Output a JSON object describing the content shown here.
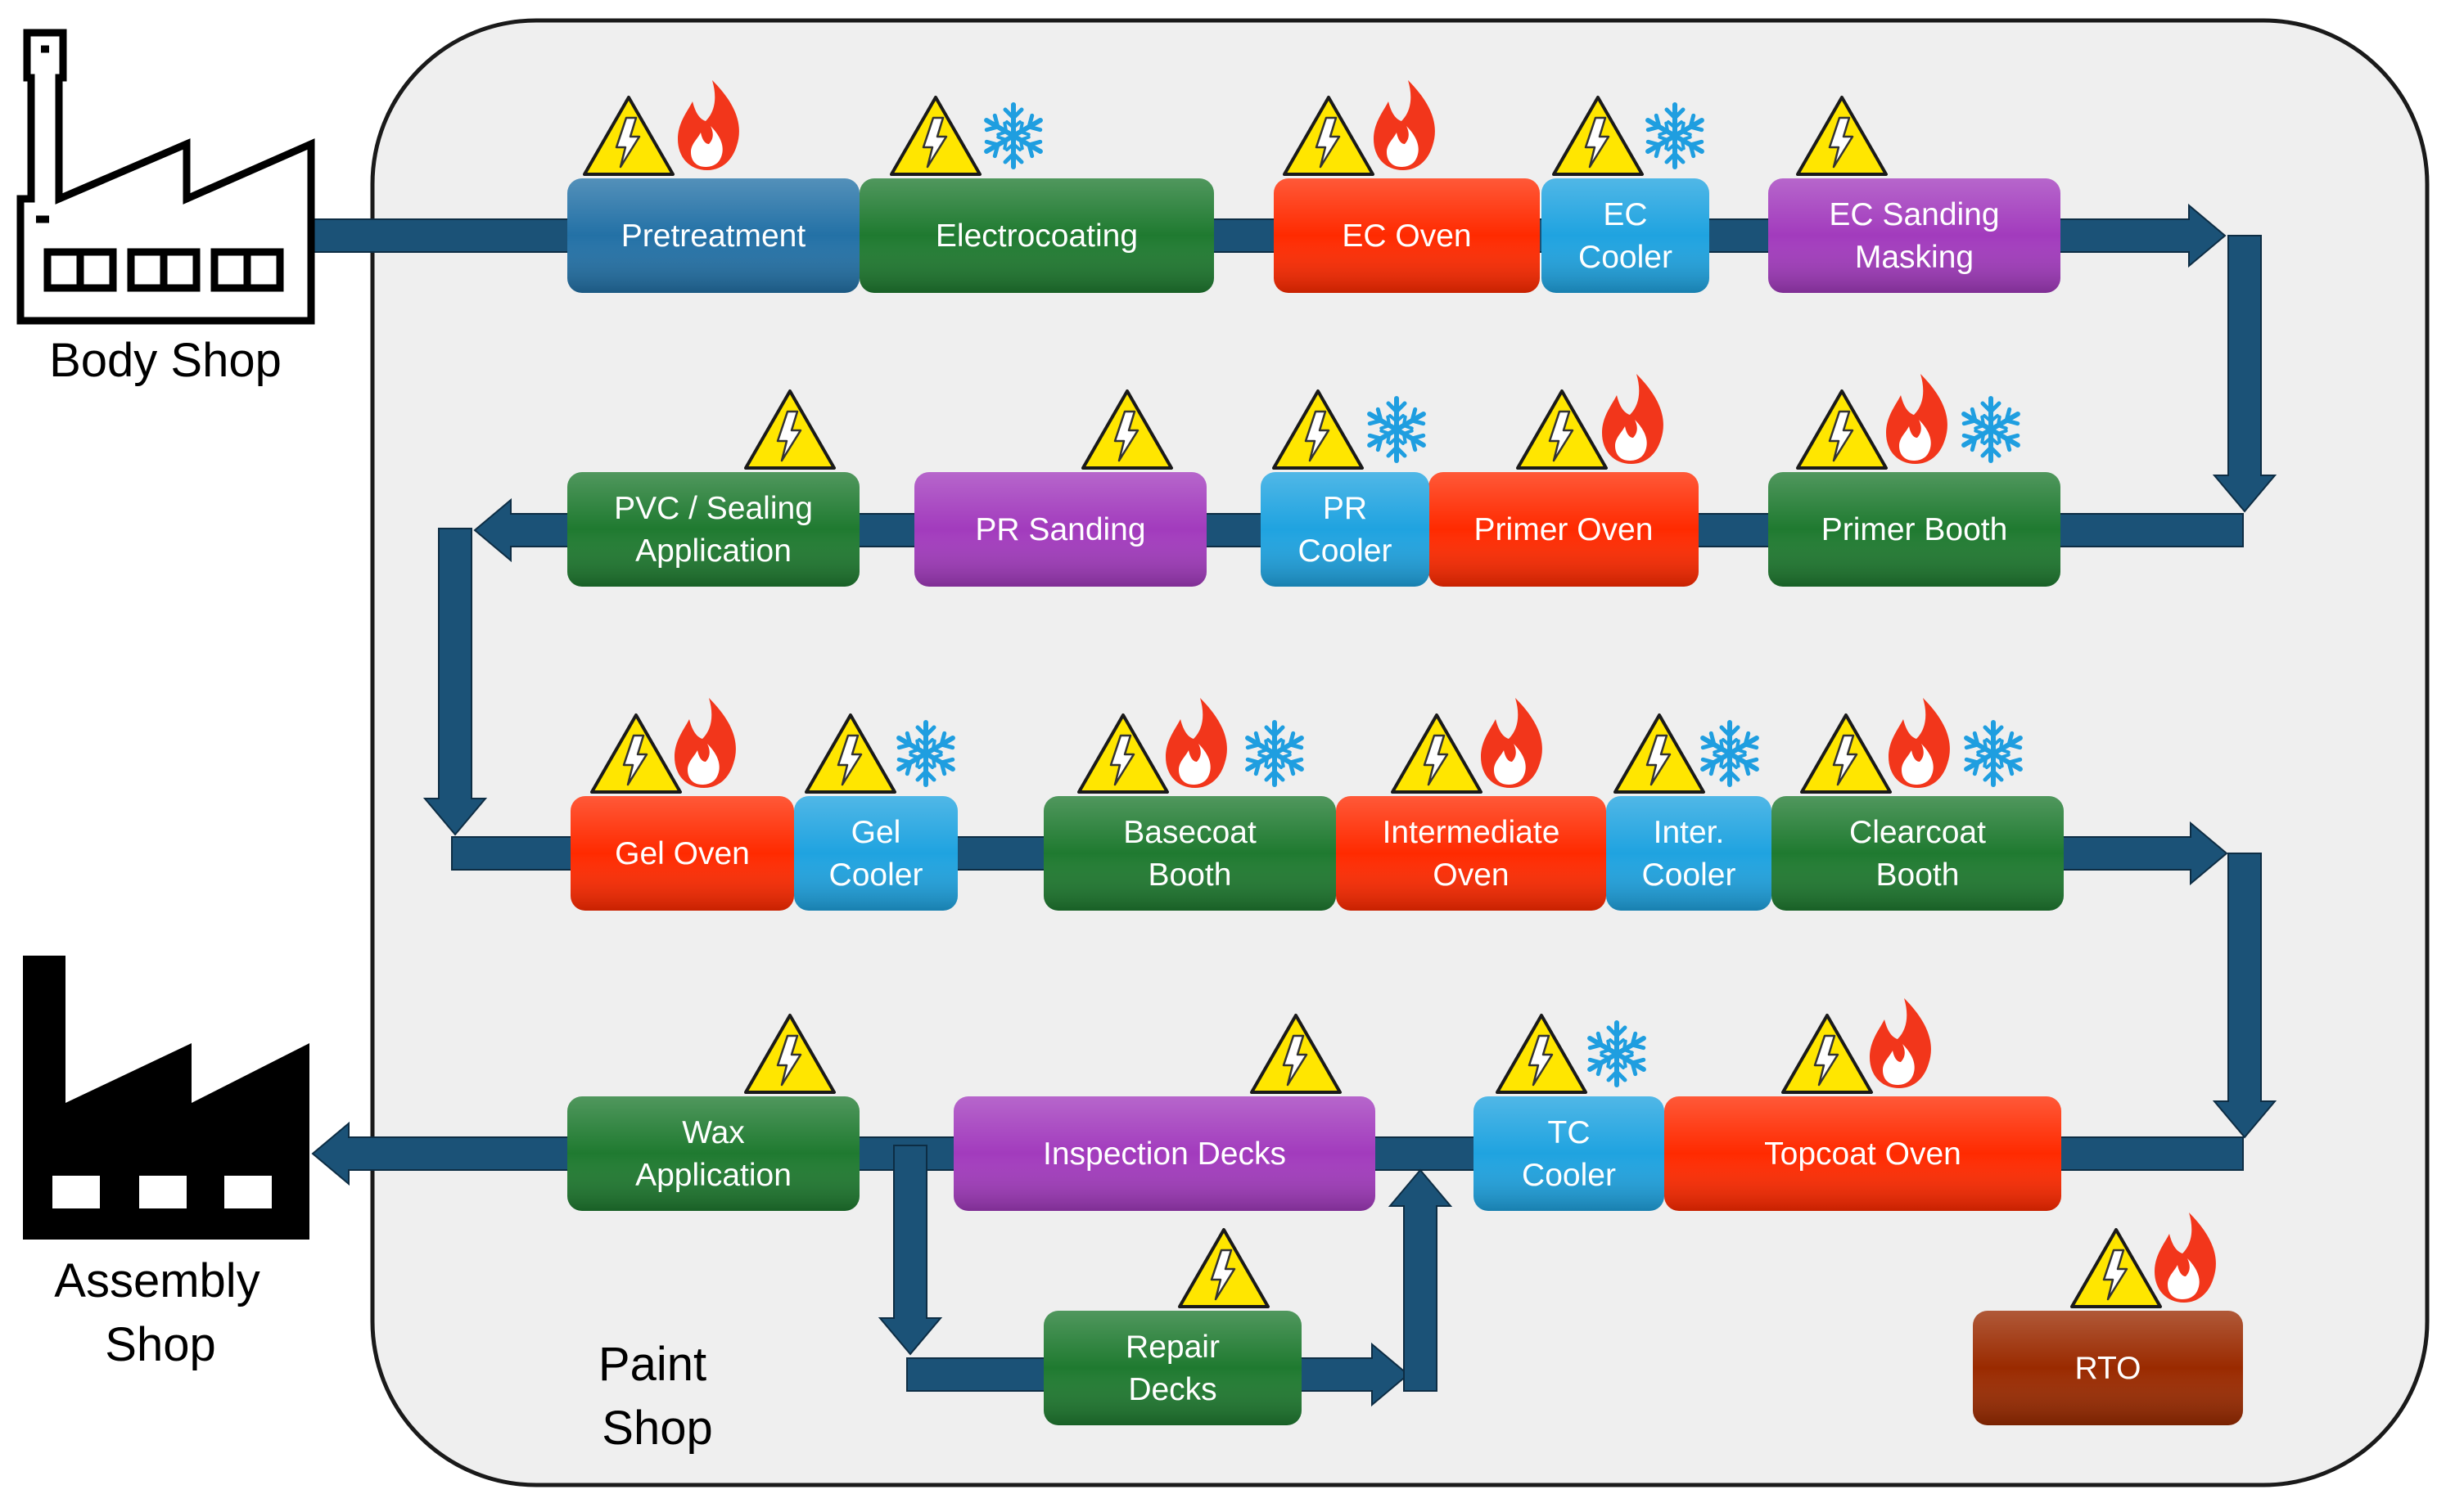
{
  "colors": {
    "pipe": "#1b5277",
    "blue": "#2371a6",
    "green": "#1f7a30",
    "red": "#ff2a00",
    "lightblue": "#1fa3e0",
    "purple": "#a23bbd",
    "brown": "#9a2a00",
    "panel": "#efefef"
  },
  "labels": {
    "body_shop": "Body Shop",
    "assembly_shop": [
      "Assembly",
      "Shop"
    ],
    "paint_shop": [
      "Paint",
      "Shop"
    ]
  },
  "stations": [
    {
      "id": "pretreatment",
      "lines": [
        "Pretreatment"
      ],
      "color": "blue",
      "icons": [
        "electrical-hazard-icon",
        "flame-icon"
      ]
    },
    {
      "id": "electrocoating",
      "lines": [
        "Electrocoating"
      ],
      "color": "green",
      "icons": [
        "electrical-hazard-icon",
        "snowflake-icon"
      ]
    },
    {
      "id": "ec-oven",
      "lines": [
        "EC Oven"
      ],
      "color": "red",
      "icons": [
        "electrical-hazard-icon",
        "flame-icon"
      ]
    },
    {
      "id": "ec-cooler",
      "lines": [
        "EC",
        "Cooler"
      ],
      "color": "lightblue",
      "icons": [
        "electrical-hazard-icon",
        "snowflake-icon"
      ]
    },
    {
      "id": "ec-sanding-masking",
      "lines": [
        "EC Sanding",
        "Masking"
      ],
      "color": "purple",
      "icons": [
        "electrical-hazard-icon"
      ]
    },
    {
      "id": "primer-booth",
      "lines": [
        "Primer Booth"
      ],
      "color": "green",
      "icons": [
        "electrical-hazard-icon",
        "flame-icon",
        "snowflake-icon"
      ]
    },
    {
      "id": "primer-oven",
      "lines": [
        "Primer Oven"
      ],
      "color": "red",
      "icons": [
        "electrical-hazard-icon",
        "flame-icon"
      ]
    },
    {
      "id": "pr-cooler",
      "lines": [
        "PR",
        "Cooler"
      ],
      "color": "lightblue",
      "icons": [
        "electrical-hazard-icon",
        "snowflake-icon"
      ]
    },
    {
      "id": "pr-sanding",
      "lines": [
        "PR Sanding"
      ],
      "color": "purple",
      "icons": [
        "electrical-hazard-icon"
      ]
    },
    {
      "id": "pvc-sealing",
      "lines": [
        "PVC / Sealing",
        "Application"
      ],
      "color": "green",
      "icons": [
        "electrical-hazard-icon"
      ]
    },
    {
      "id": "gel-oven",
      "lines": [
        "Gel Oven"
      ],
      "color": "red",
      "icons": [
        "electrical-hazard-icon",
        "flame-icon"
      ]
    },
    {
      "id": "gel-cooler",
      "lines": [
        "Gel",
        "Cooler"
      ],
      "color": "lightblue",
      "icons": [
        "electrical-hazard-icon",
        "snowflake-icon"
      ]
    },
    {
      "id": "basecoat-booth",
      "lines": [
        "Basecoat",
        "Booth"
      ],
      "color": "green",
      "icons": [
        "electrical-hazard-icon",
        "flame-icon",
        "snowflake-icon"
      ]
    },
    {
      "id": "intermediate-oven",
      "lines": [
        "Intermediate",
        "Oven"
      ],
      "color": "red",
      "icons": [
        "electrical-hazard-icon",
        "flame-icon"
      ]
    },
    {
      "id": "inter-cooler",
      "lines": [
        "Inter.",
        "Cooler"
      ],
      "color": "lightblue",
      "icons": [
        "electrical-hazard-icon",
        "snowflake-icon"
      ]
    },
    {
      "id": "clearcoat-booth",
      "lines": [
        "Clearcoat",
        "Booth"
      ],
      "color": "green",
      "icons": [
        "electrical-hazard-icon",
        "flame-icon",
        "snowflake-icon"
      ]
    },
    {
      "id": "topcoat-oven",
      "lines": [
        "Topcoat Oven"
      ],
      "color": "red",
      "icons": [
        "electrical-hazard-icon",
        "flame-icon"
      ]
    },
    {
      "id": "tc-cooler",
      "lines": [
        "TC",
        "Cooler"
      ],
      "color": "lightblue",
      "icons": [
        "electrical-hazard-icon",
        "snowflake-icon"
      ]
    },
    {
      "id": "inspection-decks",
      "lines": [
        "Inspection Decks"
      ],
      "color": "purple",
      "icons": [
        "electrical-hazard-icon"
      ]
    },
    {
      "id": "repair-decks",
      "lines": [
        "Repair",
        "Decks"
      ],
      "color": "green",
      "icons": [
        "electrical-hazard-icon"
      ]
    },
    {
      "id": "wax-application",
      "lines": [
        "Wax",
        "Application"
      ],
      "color": "green",
      "icons": [
        "electrical-hazard-icon"
      ]
    },
    {
      "id": "rto",
      "lines": [
        "RTO"
      ],
      "color": "brown",
      "icons": [
        "electrical-hazard-icon",
        "flame-icon"
      ]
    }
  ]
}
